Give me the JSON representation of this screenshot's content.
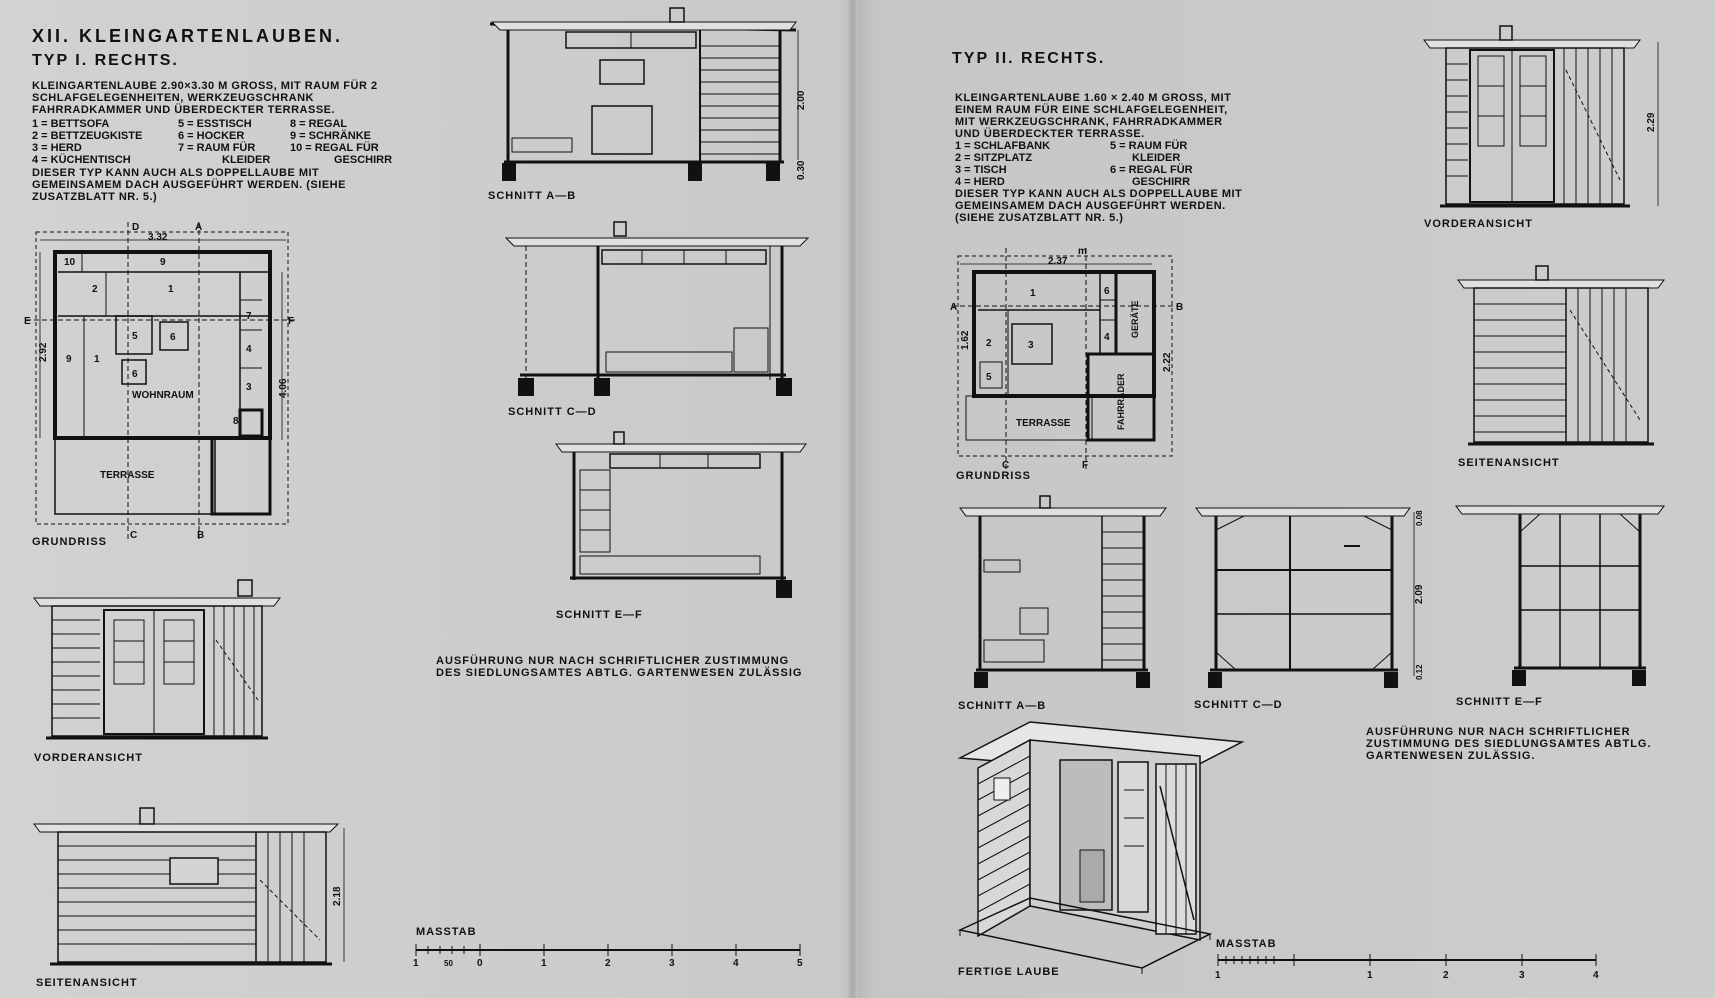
{
  "left": {
    "header": "XII. KLEINGARTENLAUBEN.",
    "subheader": "TYP I. RECHTS.",
    "description": "KLEINGARTENLAUBE 2.90×3.30 M GROSS, MIT RAUM FÜR 2 SCHLAFGELEGENHEITEN, WERKZEUGSCHRANK FAHRRADKAMMER UND ÜBERDECKTER TERRASSE.",
    "legend_col1": [
      "1 = BETTSOFA",
      "2 = BETTZEUGKISTE",
      "3 = HERD",
      "4 = KÜCHENTISCH"
    ],
    "legend_col2": [
      "5 = ESSTISCH",
      "6 = HOCKER",
      "7 = RAUM FÜR",
      "KLEIDER"
    ],
    "legend_col3": [
      "8 = REGAL",
      "9 = SCHRÄNKE",
      "10 = REGAL FÜR",
      "GESCHIRR"
    ],
    "note": "DIESER TYP KANN AUCH ALS DOPPELLAUBE MIT GEMEINSAMEM DACH AUSGEFÜHRT WERDEN. (SIEHE ZUSATZBLATT NR. 5.)",
    "labels": {
      "grundriss": "GRUNDRISS",
      "wohnraum": "WOHNRAUM",
      "terrasse": "TERRASSE",
      "schnitt_ab": "SCHNITT A—B",
      "schnitt_cd": "SCHNITT C—D",
      "schnitt_ef": "SCHNITT E—F",
      "vorderansicht": "VORDERANSICHT",
      "seitenansicht": "SEITENANSICHT",
      "masstab": "MASSTAB"
    },
    "dims": {
      "w": "3.32",
      "h": "2.92",
      "side": "4.06",
      "sect_h": "2.00",
      "sect_base": "0.30",
      "seite_h": "2.18"
    },
    "plan_numbers": [
      "10",
      "9",
      "2",
      "1",
      "5",
      "6",
      "7",
      "4",
      "9",
      "1",
      "6",
      "3",
      "8"
    ],
    "plan_letters": [
      "D",
      "A",
      "E",
      "F",
      "C",
      "B"
    ],
    "scale_ticks": [
      "1",
      "50",
      "0",
      "1",
      "2",
      "3",
      "4",
      "5"
    ],
    "approval": "AUSFÜHRUNG NUR NACH SCHRIFTLICHER ZUSTIMMUNG DES SIEDLUNGSAMTES ABTLG. GARTENWESEN ZULÄSSIG"
  },
  "right": {
    "subheader": "TYP II. RECHTS.",
    "description": "KLEINGARTENLAUBE 1.60 × 2.40 M GROSS, MIT EINEM RAUM FÜR EINE SCHLAFGELEGENHEIT, MIT WERKZEUGSCHRANK, FAHRRADKAMMER UND ÜBERDECKTER TERRASSE.",
    "legend_col1": [
      "1 = SCHLAFBANK",
      "2 = SITZPLATZ",
      "3 = TISCH",
      "4 = HERD"
    ],
    "legend_col2": [
      "5 = RAUM FÜR",
      "KLEIDER",
      "6 = REGAL FÜR",
      "GESCHIRR"
    ],
    "note": "DIESER TYP KANN AUCH ALS DOPPELLAUBE MIT GEMEINSAMEM DACH AUSGEFÜHRT WERDEN. (SIEHE ZUSATZBLATT NR. 5.)",
    "labels": {
      "grundriss": "GRUNDRISS",
      "terrasse": "TERRASSE",
      "geraete": "GERÄTE",
      "fahrraeder": "FAHRRÄDER",
      "vorderansicht": "VORDERANSICHT",
      "seitenansicht": "SEITENANSICHT",
      "schnitt_ab": "SCHNITT A—B",
      "schnitt_cd": "SCHNITT C—D",
      "schnitt_ef": "SCHNITT E—F",
      "fertige": "FERTIGE LAUBE",
      "masstab": "MASSTAB"
    },
    "dims": {
      "w": "2.37",
      "h": "1.62",
      "side": "2.22",
      "front_h": "2.29",
      "sect_top": "0.08",
      "sect_h": "2.09",
      "sect_base": "0.12"
    },
    "plan_numbers": [
      "1",
      "6",
      "2",
      "3",
      "4",
      "5"
    ],
    "plan_letters": [
      "A",
      "B",
      "C",
      "F",
      "m"
    ],
    "scale_ticks": [
      "1",
      "1",
      "2",
      "3",
      "4"
    ],
    "approval": "AUSFÜHRUNG NUR NACH SCHRIFTLICHER ZUSTIMMUNG DES SIEDLUNGSAMTES ABTLG. GARTENWESEN ZULÄSSIG."
  }
}
